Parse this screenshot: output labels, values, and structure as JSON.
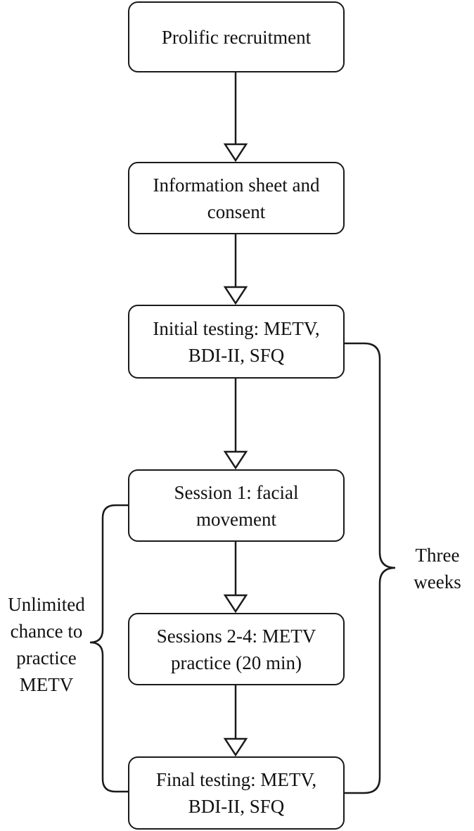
{
  "flow": {
    "steps": [
      "Prolific recruitment",
      "Information sheet and\nconsent",
      "Initial testing: METV,\nBDI-II, SFQ",
      "Session 1: facial\nmovement",
      "Sessions 2-4: METV\npractice (20 min)",
      "Final testing: METV,\nBDI-II, SFQ"
    ]
  },
  "brackets": {
    "right_label": "Three\nweeks",
    "left_label": "Unlimited\nchance to\npractice\nMETV"
  },
  "colors": {
    "stroke": "#1a1a1a",
    "background": "#ffffff"
  }
}
